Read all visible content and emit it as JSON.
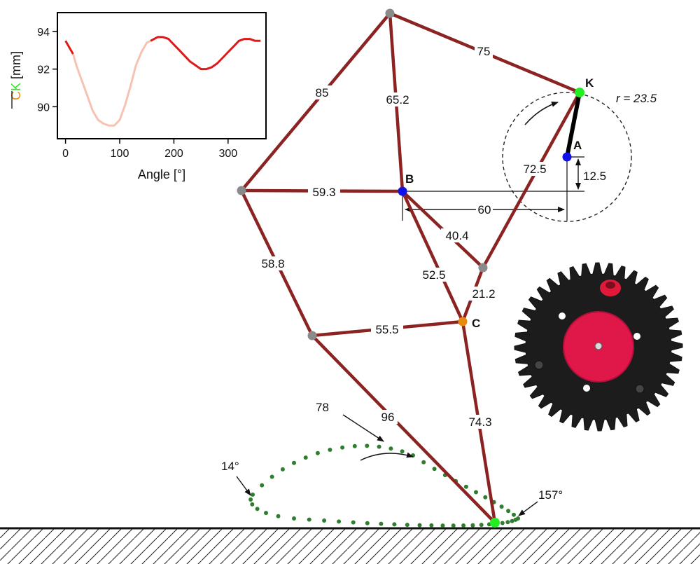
{
  "links": {
    "top_left": "85",
    "top_mid": "65.2",
    "top_right": "75",
    "crank_right": "72.5",
    "left_mid": "59.3",
    "left_lower": "58.8",
    "b_to_joint": "40.4",
    "b_to_c": "52.5",
    "joint_to_c": "21.2",
    "lower_mid": "55.5",
    "leg_left": "96",
    "leg_right": "74.3"
  },
  "nodes": {
    "b": "B",
    "c": "C",
    "k": "K",
    "a": "A"
  },
  "dimensions": {
    "vertical": "12.5",
    "horizontal": "60",
    "radius": "r = 23.5"
  },
  "trajectory": {
    "label_78": "78",
    "label_14": "14°",
    "label_157": "157°"
  },
  "colors": {
    "link": "#8b2323",
    "joint": "#8a8a8a",
    "node_blue": "#1010e8",
    "node_orange": "#e88a10",
    "node_green": "#22ee22",
    "trace": "#2f7d2f",
    "curve_light": "#f6c2b2",
    "curve_dark": "#e01818"
  },
  "photo": {
    "description_icon": "gear-wheel-photo"
  },
  "chart_data": {
    "type": "line",
    "title": "",
    "xlabel": "Angle [°]",
    "ylabel_prefix": "CK",
    "ylabel_suffix": " [mm]",
    "xlim": [
      -15,
      370
    ],
    "ylim": [
      88.3,
      95.0
    ],
    "xticks": [
      0,
      100,
      200,
      300
    ],
    "yticks": [
      90,
      92,
      94
    ],
    "grid": false,
    "series": [
      {
        "style": "dark",
        "x": [
          0,
          14
        ],
        "y": [
          93.5,
          92.8
        ]
      },
      {
        "style": "light",
        "x": [
          14,
          20,
          30,
          40,
          50,
          60,
          70,
          80,
          90,
          100,
          110,
          120,
          130,
          140,
          150,
          157
        ],
        "y": [
          92.8,
          92.2,
          91.4,
          90.6,
          89.8,
          89.3,
          89.1,
          89.0,
          89.0,
          89.3,
          90.1,
          91.1,
          92.2,
          92.9,
          93.4,
          93.5
        ]
      },
      {
        "style": "dark",
        "x": [
          157,
          170,
          180,
          190,
          200,
          210,
          220,
          230,
          240,
          250,
          260,
          270,
          280,
          290,
          300,
          310,
          320,
          330,
          340,
          350,
          360
        ],
        "y": [
          93.5,
          93.7,
          93.7,
          93.6,
          93.3,
          93.0,
          92.7,
          92.4,
          92.2,
          92.0,
          92.0,
          92.1,
          92.3,
          92.6,
          92.9,
          93.2,
          93.5,
          93.6,
          93.6,
          93.5,
          93.5
        ]
      }
    ]
  }
}
